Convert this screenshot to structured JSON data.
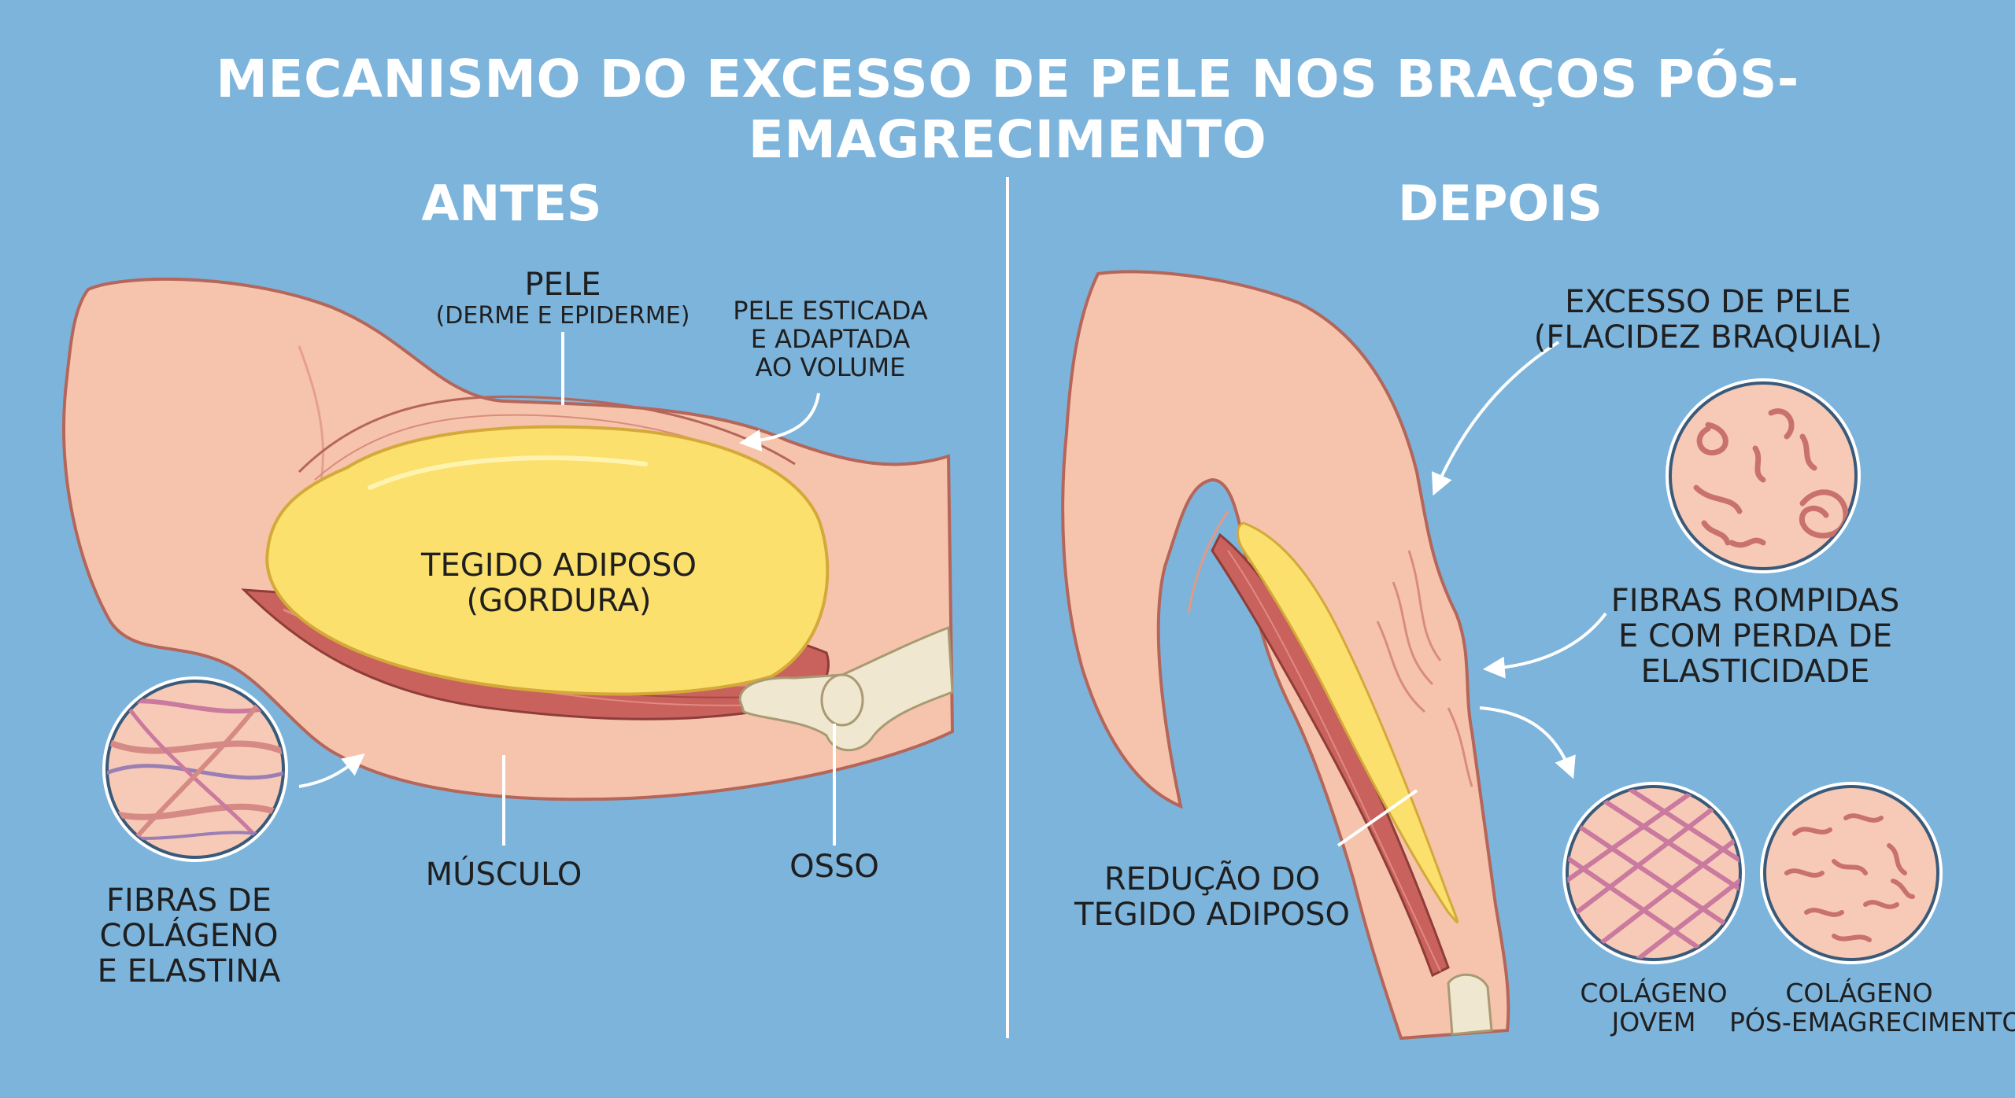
{
  "title": "MECANISMO DO EXCESSO DE PELE NOS BRAÇOS PÓS-EMAGRECIMENTO",
  "panels": {
    "before": {
      "title": "ANTES",
      "labels": {
        "skin": {
          "line1": "PELE",
          "line2": "(DERME E EPIDERME)"
        },
        "stretched": {
          "line1": "PELE ESTICADA",
          "line2": "E ADAPTADA",
          "line3": "AO VOLUME"
        },
        "fat": {
          "line1": "TEGIDO ADIPOSO",
          "line2": "(GORDURA)"
        },
        "fibers": {
          "line1": "FIBRAS DE",
          "line2": "COLÁGENO",
          "line3": "E ELASTINA"
        },
        "muscle": "MÚSCULO",
        "bone": "OSSO"
      }
    },
    "after": {
      "title": "DEPOIS",
      "labels": {
        "excess": {
          "line1": "EXCESSO DE PELE",
          "line2": "(FLACIDEZ BRAQUIAL)"
        },
        "broken": {
          "line1": "FIBRAS ROMPIDAS",
          "line2": "E COM PERDA DE",
          "line3": "ELASTICIDADE"
        },
        "reduction": {
          "line1": "REDUÇÃO DO",
          "line2": "TEGIDO ADIPOSO"
        },
        "young": {
          "line1": "COLÁGENO",
          "line2": "JOVEM"
        },
        "post": {
          "line1": "COLÁGENO",
          "line2": "PÓS-EMAGRECIMENTO"
        }
      }
    }
  },
  "colors": {
    "background": "#7db4dc",
    "skin": "#f6c4ac",
    "fat": "#fbe06e",
    "muscle": "#c9615c",
    "bone": "#efe7cf",
    "outline": "#b5665a"
  }
}
